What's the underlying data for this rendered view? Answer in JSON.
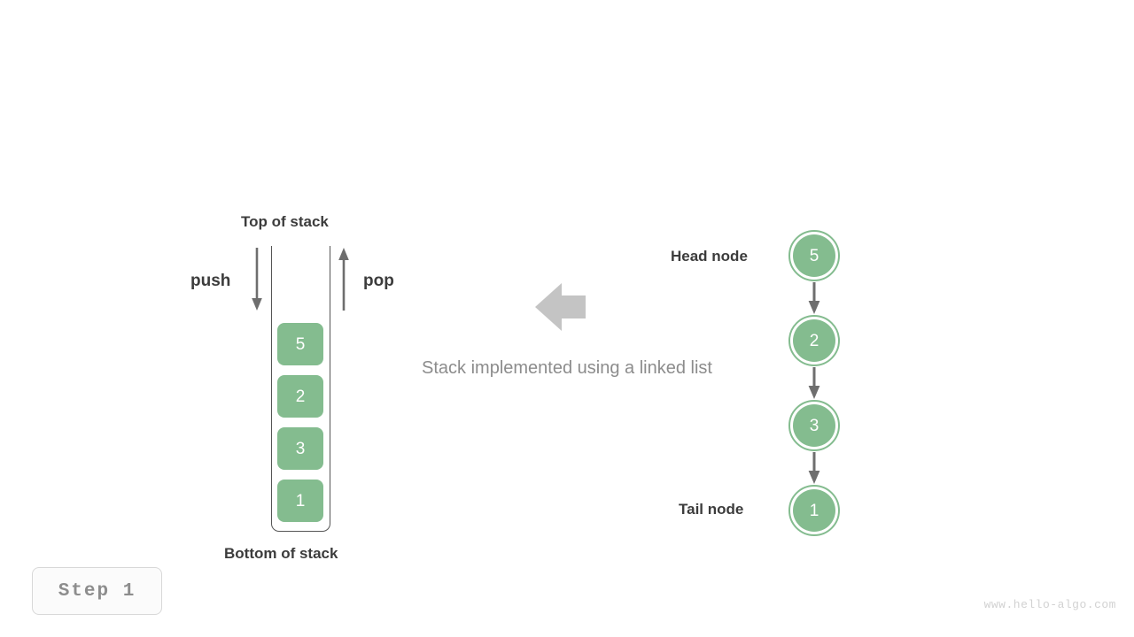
{
  "meta": {
    "title": "Stack implemented using a linked list",
    "accent_green": "#84bc8f",
    "arrow_gray": "#6e6e6e",
    "text_dark": "#3c3c3c",
    "text_muted": "#8c8c8c",
    "big_arrow_gray": "#c4c4c4"
  },
  "stack_panel": {
    "top_label": "Top of stack",
    "bottom_label": "Bottom of stack",
    "push_label": "push",
    "pop_label": "pop",
    "cells": [
      {
        "value": "5"
      },
      {
        "value": "2"
      },
      {
        "value": "3"
      },
      {
        "value": "1"
      }
    ]
  },
  "center": {
    "caption": "Stack implemented using a linked list",
    "arrow_direction": "left"
  },
  "linked_list": {
    "head_label": "Head node",
    "tail_label": "Tail node",
    "nodes": [
      {
        "value": "5"
      },
      {
        "value": "2"
      },
      {
        "value": "3"
      },
      {
        "value": "1"
      }
    ]
  },
  "step_badge": {
    "text": "Step 1"
  },
  "watermark": {
    "text": "www.hello-algo.com"
  }
}
